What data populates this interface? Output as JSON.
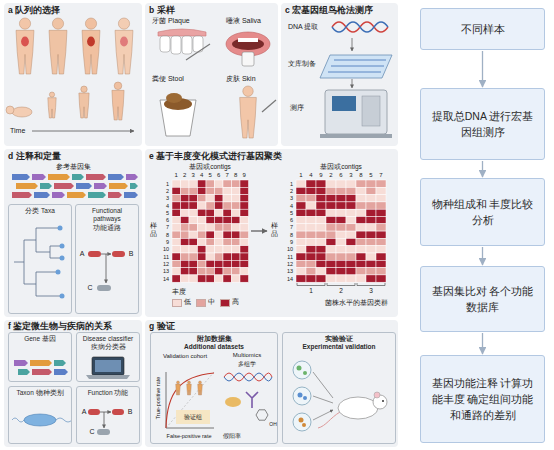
{
  "diagram": {
    "nodes": [
      {
        "text": [
          "分类 Taxa"
        ]
      },
      {
        "text": [
          "Functional pathways",
          "功能通路"
        ]
      },
      {
        "text": [
          "Gene 基因"
        ]
      },
      {
        "text": [
          "Disease classifier",
          "疾病分类器"
        ]
      },
      {
        "text": [
          "Taxon 物种类别"
        ]
      },
      {
        "text": [
          "Function 功能"
        ]
      },
      {
        "text": [
          "附加数据集",
          "Additional datasets"
        ]
      },
      {
        "text": [
          "实验验证",
          "Experimental validation"
        ]
      },
      {
        "text": [
          "不同样本"
        ]
      },
      {
        "text": [
          "提取总DNA 进行宏基因组测序"
        ]
      },
      {
        "text": [
          "物种组成和 丰度比较分析"
        ]
      },
      {
        "text": [
          "基因集比对 各个功能数据库"
        ]
      },
      {
        "text": [
          "基因功能注释 计算功能丰度 确定组间功能 和通路的差别"
        ]
      }
    ],
    "edges": [
      {
        "from": 8,
        "to": 9,
        "arrow": "to"
      },
      {
        "from": 9,
        "to": 10,
        "arrow": "to"
      },
      {
        "from": 10,
        "to": 11,
        "arrow": "to"
      },
      {
        "from": 11,
        "to": 12,
        "arrow": "to"
      }
    ],
    "labels": [
      "a 队列的选择",
      "Time",
      "b 采样",
      "牙菌 Plaque",
      "唾液 Saliva",
      "粪便 Stool",
      "皮肤 Skin",
      "c 宏基因组鸟枪法测序",
      "DNA 提取",
      "文库制备",
      "测序",
      "d 注释和定量",
      "参考基因集",
      "A",
      "B",
      "C",
      "e 基于丰度变化模式进行基因聚类",
      "基因或contigs",
      "基因或contigs",
      "样品",
      "样品",
      "丰度",
      "菌株水平的基因类群",
      "1",
      "2",
      "3",
      "4",
      "5",
      "6",
      "7",
      "8",
      "9",
      "1",
      "4",
      "9",
      "2",
      "6",
      "3",
      "8",
      "5",
      "7",
      "1",
      "2",
      "3",
      "4",
      "5",
      "6",
      "7",
      "8",
      "9",
      "10",
      "11",
      "12",
      "13",
      "14",
      "1",
      "2",
      "3",
      "4",
      "5",
      "6",
      "7",
      "8",
      "9",
      "10",
      "11",
      "12",
      "13",
      "14",
      "1",
      "2",
      "3",
      "f 鉴定微生物与疾病的关系",
      "A",
      "B",
      "C",
      "g 验证",
      "Validation cohort",
      "Multiomics",
      "多组学",
      "True-positive rate",
      "False-positive rate",
      "验证组",
      "假阳率",
      "OH"
    ],
    "legend": [
      {
        "text": "低",
        "color": "#f7ddd7"
      },
      {
        "text": "中",
        "color": "#e3a49f"
      },
      {
        "text": "高",
        "color": "#a51c30"
      }
    ]
  }
}
